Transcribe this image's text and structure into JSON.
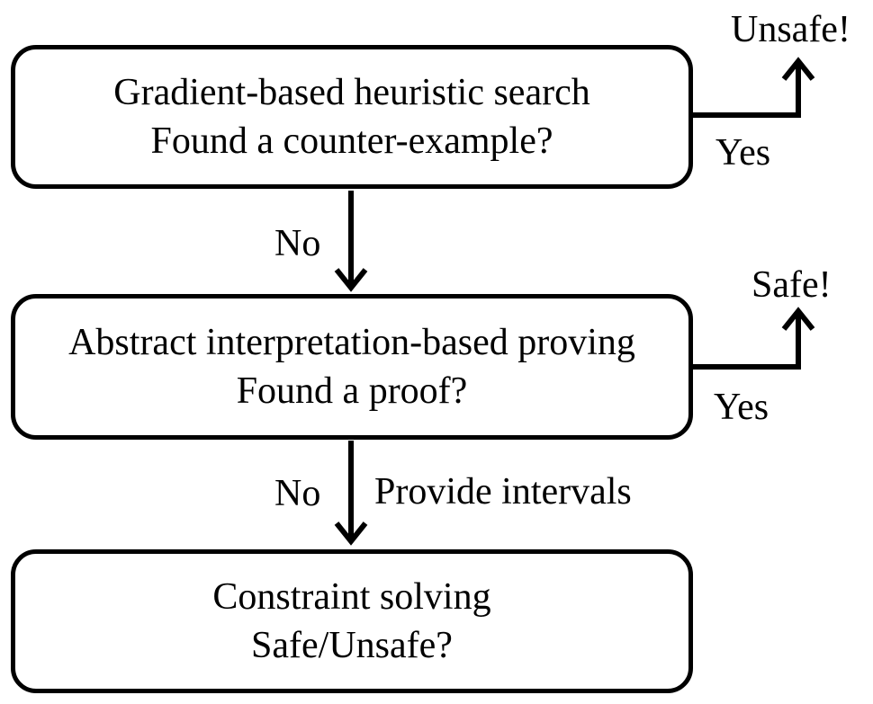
{
  "diagram": {
    "nodes": [
      {
        "id": "search",
        "lines": [
          "Gradient-based heuristic search",
          "Found a counter-example?"
        ]
      },
      {
        "id": "proving",
        "lines": [
          "Abstract interpretation-based proving",
          "Found a proof?"
        ]
      },
      {
        "id": "solving",
        "lines": [
          "Constraint solving",
          "Safe/Unsafe?"
        ]
      }
    ],
    "outcomes": {
      "unsafe": "Unsafe!",
      "safe": "Safe!"
    },
    "edge_labels": {
      "search_yes": "Yes",
      "search_no": "No",
      "proving_yes": "Yes",
      "proving_no": "No",
      "provide_intervals": "Provide intervals"
    },
    "colors": {
      "stroke": "#000000",
      "background": "#ffffff"
    }
  }
}
